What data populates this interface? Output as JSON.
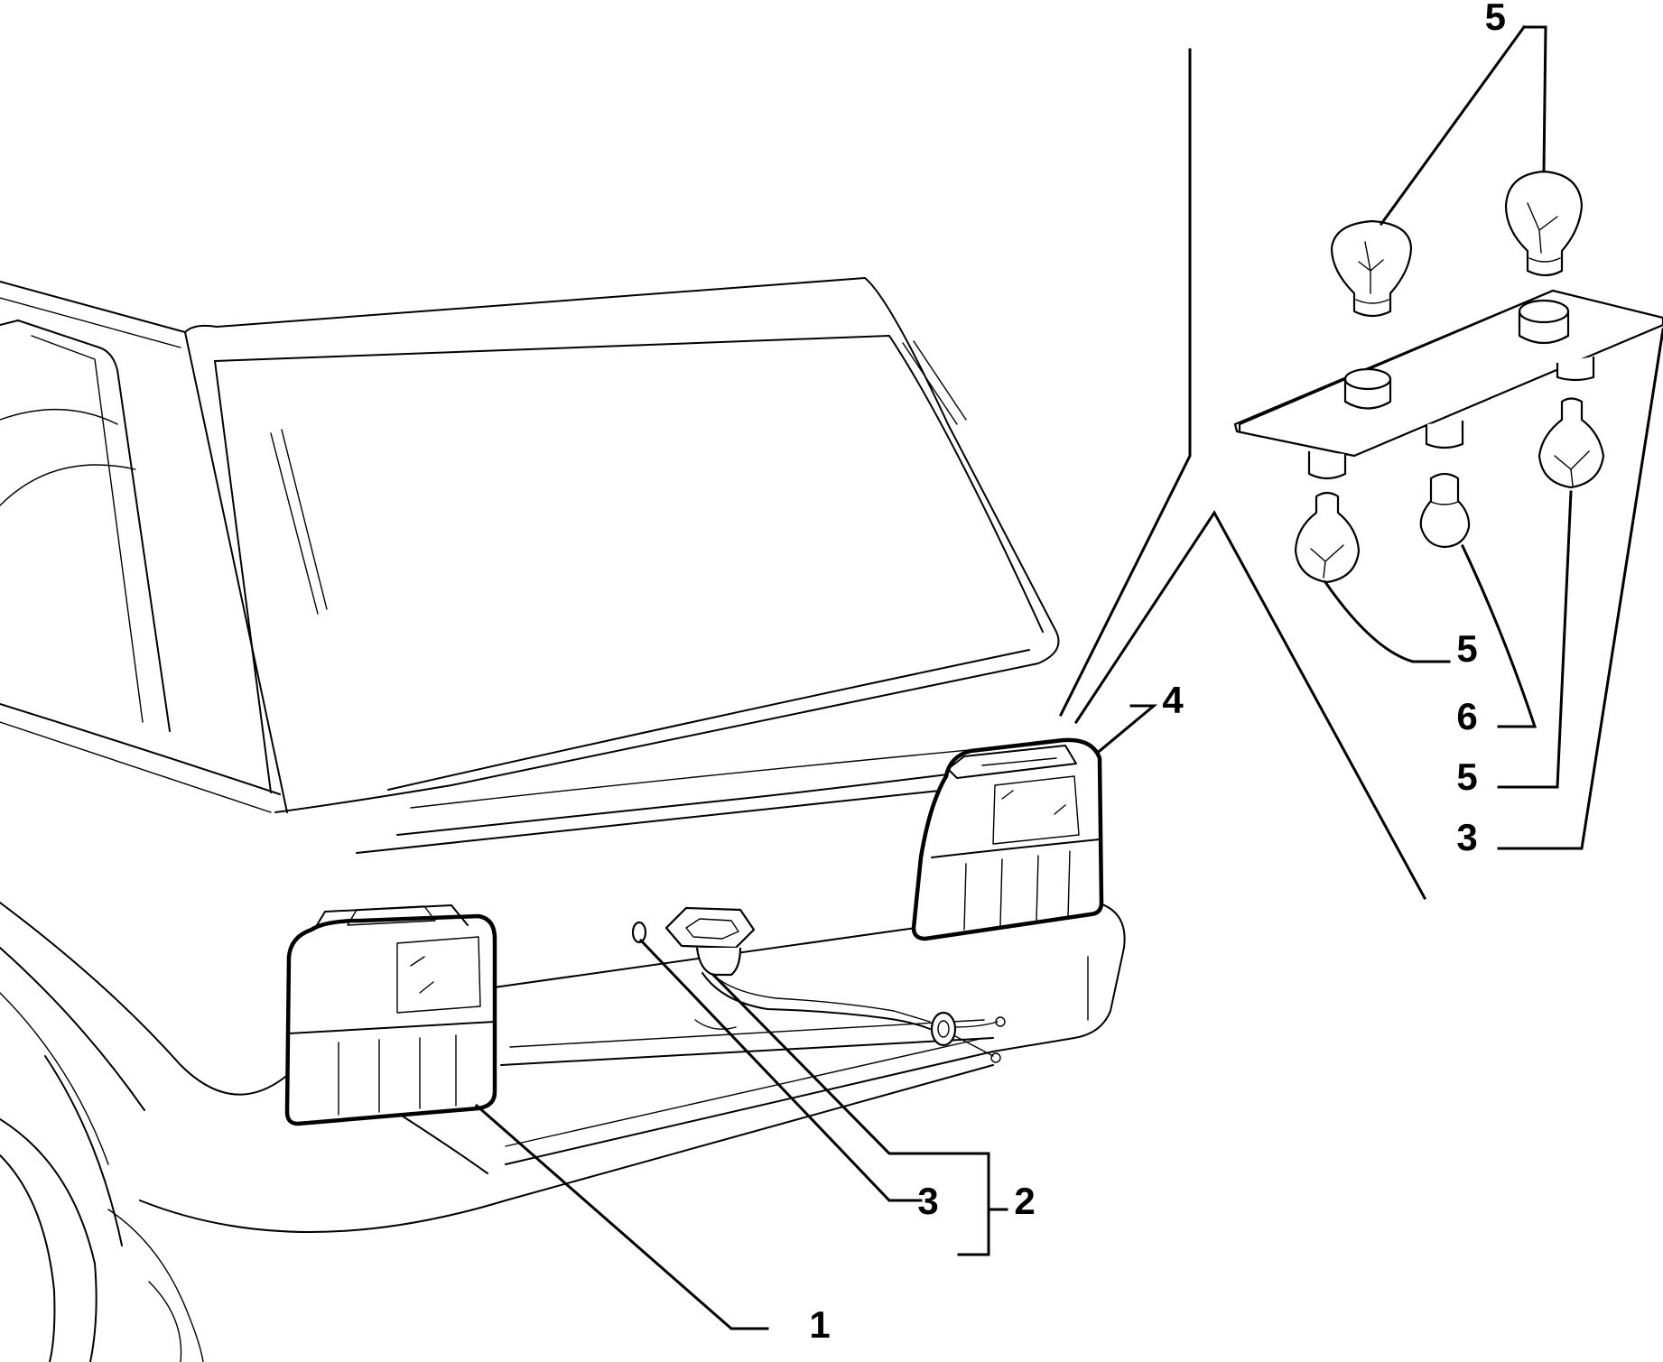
{
  "callouts": {
    "top_bulb": "5",
    "tail_light_right": "4",
    "bulb_lower_left": "5",
    "bulb_small": "6",
    "bulb_lower_right": "5",
    "bulb_holder": "3",
    "grommet": "3",
    "plate_light_assembly": "2",
    "tail_light_left": "1"
  }
}
